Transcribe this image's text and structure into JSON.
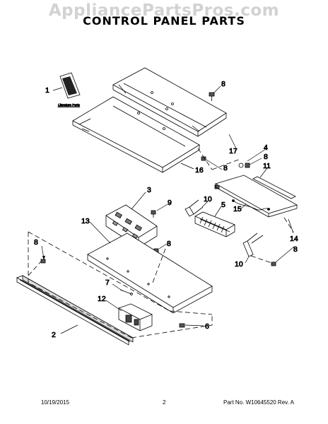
{
  "watermark": "AppliancePartsPros.com",
  "title": "CONTROL PANEL PARTS",
  "literature_label": "Literature Parts",
  "callouts": {
    "c1": "1",
    "c2": "2",
    "c3": "3",
    "c4": "4",
    "c5": "5",
    "c6": "6",
    "c7": "7",
    "c8a": "8",
    "c8b": "8",
    "c8c": "8",
    "c8d": "8",
    "c8e": "8",
    "c8f": "8",
    "c9": "9",
    "c10a": "10",
    "c10b": "10",
    "c11": "11",
    "c12": "12",
    "c13": "13",
    "c14": "14",
    "c15": "15",
    "c16": "16",
    "c17": "17"
  },
  "footer": {
    "date": "10/19/2015",
    "page": "2",
    "part_no": "Part No. W10645520  Rev. A"
  }
}
